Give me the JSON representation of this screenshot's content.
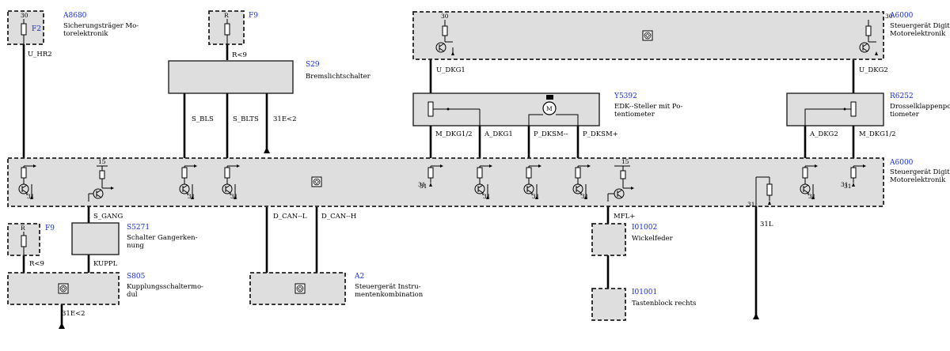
{
  "components": {
    "a8680": {
      "id": "A8680",
      "line1": "Sicherungsträger Mo-",
      "line2": "torelektronik",
      "pin": "30",
      "fuse": "F2"
    },
    "f9_top": {
      "id": "F9",
      "pin": "R"
    },
    "s29": {
      "id": "S29",
      "line1": "Bremslichtschalter"
    },
    "a6000_top": {
      "id": "A6000",
      "line1": "Steuergerät Digitale",
      "line2": "Motorelektronik",
      "pin_left": "30",
      "pin_right": "30"
    },
    "y5392": {
      "id": "Y5392",
      "line1": "EDK--Steller mit Po-",
      "line2": "tentiometer"
    },
    "r6252": {
      "id": "R6252",
      "line1": "Drosselklappenpoten-",
      "line2": "tiometer"
    },
    "a6000_main": {
      "id": "A6000",
      "line1": "Steuergerät Digitale",
      "line2": "Motorelektronik",
      "pin15_left": "15",
      "pin15_right": "15"
    },
    "f9_bottom": {
      "id": "F9",
      "pin": "R"
    },
    "s5271": {
      "id": "S5271",
      "line1": "Schalter Gangerken-",
      "line2": "nung"
    },
    "s805": {
      "id": "S805",
      "line1": "Kupplungsschaltermo-",
      "line2": "dul"
    },
    "a2": {
      "id": "A2",
      "line1": "Steuergerät Instru-",
      "line2": "mentenkombination"
    },
    "i01002": {
      "id": "I01002",
      "line1": "Wickelfeder"
    },
    "i01001": {
      "id": "I01001",
      "line1": "Tastenblock rechts"
    }
  },
  "wires": {
    "u_hr2": "U_HR2",
    "r9_top": "R<9",
    "s_bls": "S_BLS",
    "s_blts": "S_BLTS",
    "e31_2_top": "31E<2",
    "u_dkg1": "U_DKG1",
    "u_dkg2": "U_DKG2",
    "m_dkg1_2_left": "M_DKG1/2",
    "a_dkg1": "A_DKG1",
    "p_dksm_minus": "P_DKSM--",
    "p_dksm_plus": "P_DKSM+",
    "a_dkg2": "A_DKG2",
    "m_dkg1_2_right": "M_DKG1/2",
    "s_gang": "S_GANG",
    "kuppl": "KUPPL",
    "r9_bottom": "R<9",
    "d_can_l": "D_CAN--L",
    "d_can_h": "D_CAN--H",
    "mfl_plus": "MFL+",
    "w31l": "31L",
    "e31_2_bottom": "31E<2"
  },
  "ground_label": "31",
  "motor_label": "M"
}
